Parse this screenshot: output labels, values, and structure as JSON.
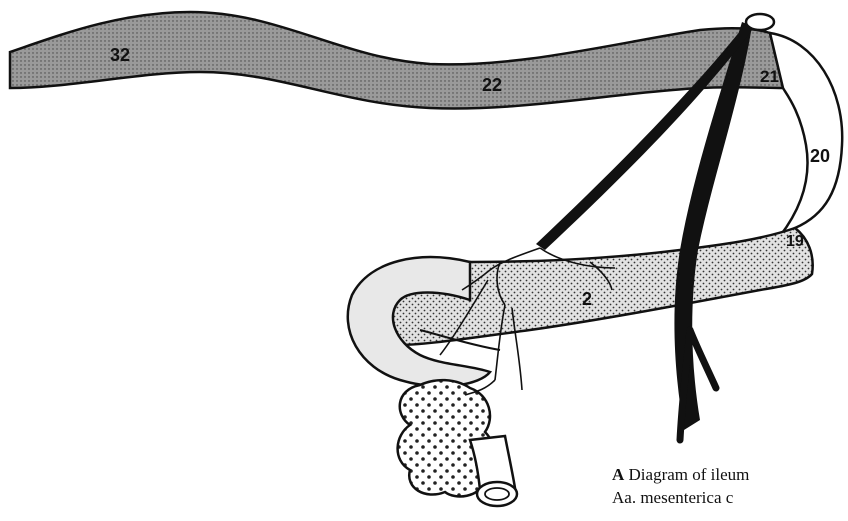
{
  "labels": {
    "l32": "32",
    "l22": "22",
    "l21": "21",
    "l20": "20",
    "l19": "19",
    "l2": "2"
  },
  "caption": {
    "letter": "A",
    "line1": "Diagram of ileum",
    "line2": "Aa. mesenterica c"
  },
  "colors": {
    "ink": "#111111",
    "shade_dark": "#a9a9a9",
    "shade_light": "#dcdcdc",
    "background": "#ffffff"
  }
}
